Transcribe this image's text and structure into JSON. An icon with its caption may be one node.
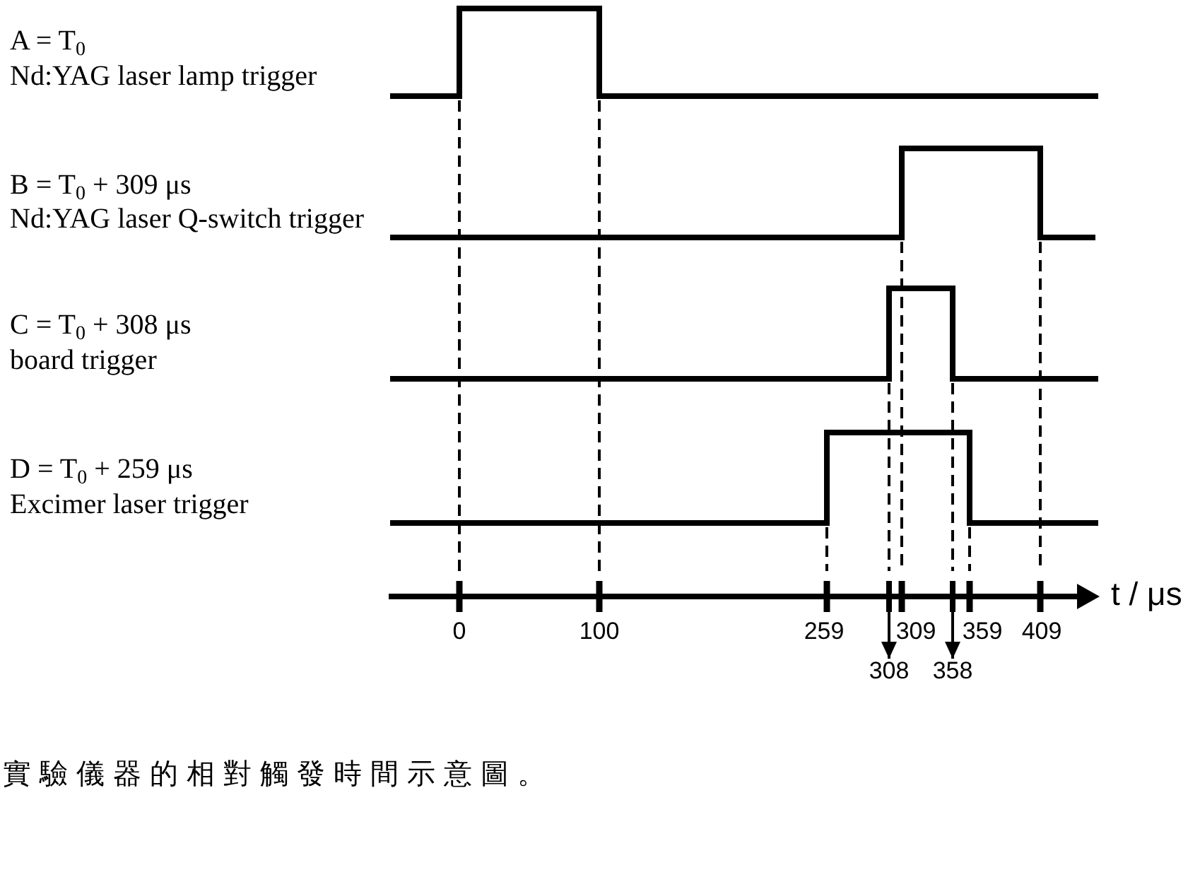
{
  "diagram": {
    "caption": "實驗儀器的相對觸發時間示意圖。",
    "nodes": [
      {
        "text": [],
        "shape": "bar"
      },
      {
        "text": [],
        "shape": "bar"
      },
      {
        "text": [
          "308"
        ]
      },
      {
        "text": [
          "358"
        ]
      }
    ],
    "edges": [
      {
        "from": 0,
        "to": 2,
        "arrow": "to"
      },
      {
        "from": 1,
        "to": 3,
        "arrow": "to"
      }
    ],
    "labels": [
      "A = T$_{0}$",
      "Nd:YAG laser lamp trigger",
      "B = T$_{0}$ + 309 μs",
      "Nd:YAG laser Q-switch trigger",
      "C = T$_{0}$ + 308 μs",
      "board trigger",
      "D = T$_{0}$ + 259 μs",
      "Excimer laser trigger",
      "0",
      "100",
      "259",
      "309",
      "359",
      "409",
      "t / μs"
    ]
  }
}
